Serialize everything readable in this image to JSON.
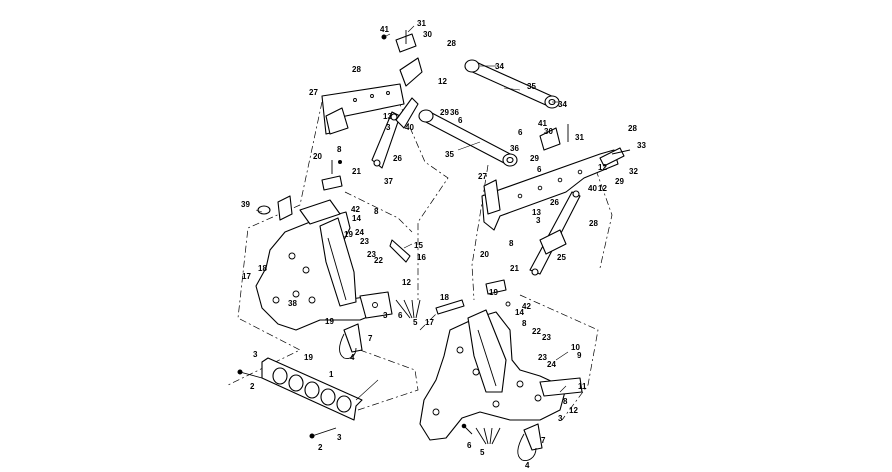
{
  "diagram": {
    "type": "exploded-parts-view",
    "callouts": [
      {
        "id": "c1",
        "text": "31"
      },
      {
        "id": "c2",
        "text": "41"
      },
      {
        "id": "c3",
        "text": "30"
      },
      {
        "id": "c4",
        "text": "28"
      },
      {
        "id": "c5",
        "text": "34"
      },
      {
        "id": "c6",
        "text": "35"
      },
      {
        "id": "c7",
        "text": "28"
      },
      {
        "id": "c8",
        "text": "27"
      },
      {
        "id": "c9",
        "text": "12"
      },
      {
        "id": "c10",
        "text": "29"
      },
      {
        "id": "c11",
        "text": "36"
      },
      {
        "id": "c12",
        "text": "6"
      },
      {
        "id": "c13",
        "text": "34"
      },
      {
        "id": "c14",
        "text": "13"
      },
      {
        "id": "c15",
        "text": "3"
      },
      {
        "id": "c16",
        "text": "40"
      },
      {
        "id": "c17",
        "text": "41"
      },
      {
        "id": "c18",
        "text": "6"
      },
      {
        "id": "c19",
        "text": "30"
      },
      {
        "id": "c20",
        "text": "28"
      },
      {
        "id": "c21",
        "text": "31"
      },
      {
        "id": "c22",
        "text": "33"
      },
      {
        "id": "c23",
        "text": "35"
      },
      {
        "id": "c24",
        "text": "36"
      },
      {
        "id": "c25",
        "text": "26"
      },
      {
        "id": "c26",
        "text": "8"
      },
      {
        "id": "c27",
        "text": "20"
      },
      {
        "id": "c28",
        "text": "29"
      },
      {
        "id": "c29",
        "text": "21"
      },
      {
        "id": "c30",
        "text": "37"
      },
      {
        "id": "c31",
        "text": "6"
      },
      {
        "id": "c32",
        "text": "12"
      },
      {
        "id": "c33",
        "text": "32"
      },
      {
        "id": "c34",
        "text": "29"
      },
      {
        "id": "c35",
        "text": "27"
      },
      {
        "id": "c36",
        "text": "40"
      },
      {
        "id": "c37",
        "text": "12"
      },
      {
        "id": "c38",
        "text": "39"
      },
      {
        "id": "c39",
        "text": "8"
      },
      {
        "id": "c40",
        "text": "42"
      },
      {
        "id": "c41",
        "text": "14"
      },
      {
        "id": "c42",
        "text": "26"
      },
      {
        "id": "c43",
        "text": "13"
      },
      {
        "id": "c44",
        "text": "3"
      },
      {
        "id": "c45",
        "text": "28"
      },
      {
        "id": "c46",
        "text": "19"
      },
      {
        "id": "c47",
        "text": "24"
      },
      {
        "id": "c48",
        "text": "23"
      },
      {
        "id": "c49",
        "text": "15"
      },
      {
        "id": "c50",
        "text": "16"
      },
      {
        "id": "c51",
        "text": "8"
      },
      {
        "id": "c52",
        "text": "23"
      },
      {
        "id": "c53",
        "text": "22"
      },
      {
        "id": "c54",
        "text": "17"
      },
      {
        "id": "c55",
        "text": "18"
      },
      {
        "id": "c56",
        "text": "20"
      },
      {
        "id": "c57",
        "text": "25"
      },
      {
        "id": "c58",
        "text": "21"
      },
      {
        "id": "c59",
        "text": "12"
      },
      {
        "id": "c60",
        "text": "38"
      },
      {
        "id": "c61",
        "text": "19"
      },
      {
        "id": "c62",
        "text": "3"
      },
      {
        "id": "c63",
        "text": "6"
      },
      {
        "id": "c64",
        "text": "5"
      },
      {
        "id": "c65",
        "text": "17"
      },
      {
        "id": "c66",
        "text": "18"
      },
      {
        "id": "c67",
        "text": "19"
      },
      {
        "id": "c68",
        "text": "42"
      },
      {
        "id": "c69",
        "text": "14"
      },
      {
        "id": "c70",
        "text": "7"
      },
      {
        "id": "c71",
        "text": "8"
      },
      {
        "id": "c72",
        "text": "4"
      },
      {
        "id": "c73",
        "text": "22"
      },
      {
        "id": "c74",
        "text": "23"
      },
      {
        "id": "c75",
        "text": "10"
      },
      {
        "id": "c76",
        "text": "9"
      },
      {
        "id": "c77",
        "text": "3"
      },
      {
        "id": "c78",
        "text": "19"
      },
      {
        "id": "c79",
        "text": "23"
      },
      {
        "id": "c80",
        "text": "24"
      },
      {
        "id": "c81",
        "text": "1"
      },
      {
        "id": "c82",
        "text": "2"
      },
      {
        "id": "c83",
        "text": "11"
      },
      {
        "id": "c84",
        "text": "8"
      },
      {
        "id": "c85",
        "text": "12"
      },
      {
        "id": "c86",
        "text": "3"
      },
      {
        "id": "c87",
        "text": "3"
      },
      {
        "id": "c88",
        "text": "7"
      },
      {
        "id": "c89",
        "text": "2"
      },
      {
        "id": "c90",
        "text": "6"
      },
      {
        "id": "c91",
        "text": "5"
      },
      {
        "id": "c92",
        "text": "4"
      }
    ]
  }
}
